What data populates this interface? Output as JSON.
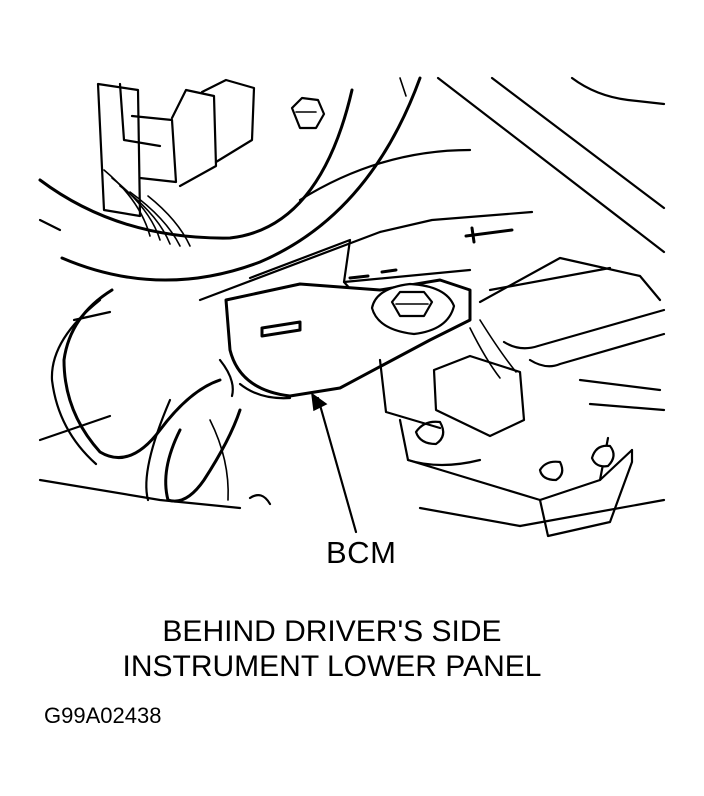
{
  "diagram": {
    "callout_label": "BCM",
    "caption_line1": "BEHIND DRIVER'S SIDE",
    "caption_line2": "INSTRUMENT LOWER PANEL",
    "figure_id": "G99A02438"
  },
  "colors": {
    "ink": "#000000",
    "background": "#ffffff"
  }
}
